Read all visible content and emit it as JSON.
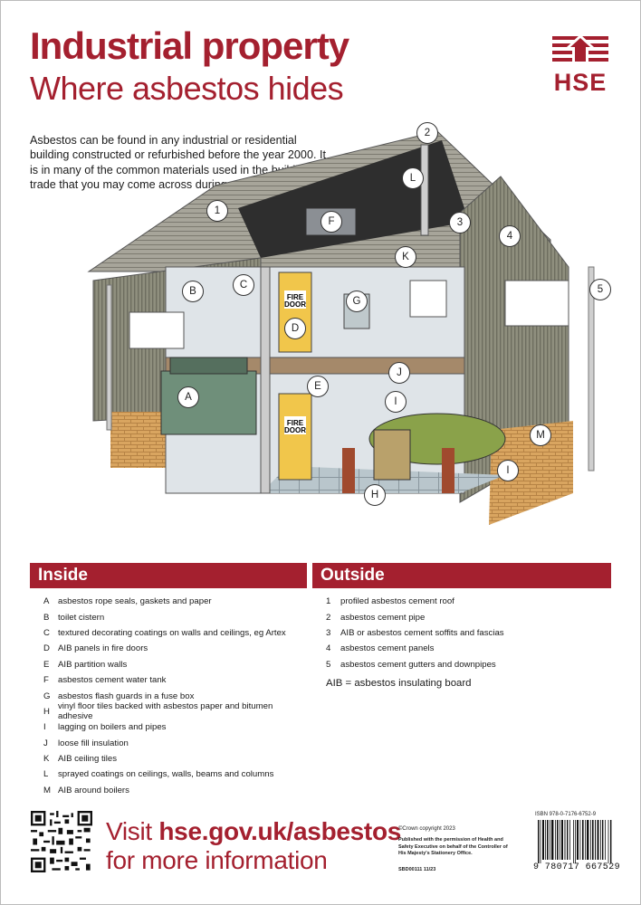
{
  "header": {
    "title": "Industrial property",
    "subtitle": "Where asbestos hides",
    "logo_text": "HSE"
  },
  "intro": "Asbestos can be found in any industrial or residential building constructed or refurbished before the year 2000. It is in many of the common materials used in the building trade that you may come across during your work.",
  "markers": [
    "1",
    "2",
    "3",
    "4",
    "5",
    "A",
    "B",
    "C",
    "D",
    "E",
    "F",
    "G",
    "H",
    "I",
    "I",
    "J",
    "K",
    "L",
    "M"
  ],
  "inside": {
    "heading": "Inside",
    "items": [
      {
        "key": "A",
        "text": "asbestos rope seals, gaskets and paper"
      },
      {
        "key": "B",
        "text": "toilet cistern"
      },
      {
        "key": "C",
        "text": "textured decorating coatings on walls and ceilings, eg Artex"
      },
      {
        "key": "D",
        "text": "AIB panels in fire doors"
      },
      {
        "key": "E",
        "text": "AIB partition walls"
      },
      {
        "key": "F",
        "text": "asbestos cement water tank"
      },
      {
        "key": "G",
        "text": "asbestos flash guards in a fuse box"
      },
      {
        "key": "H",
        "text": "vinyl floor tiles backed with asbestos paper and bitumen adhesive"
      },
      {
        "key": "I",
        "text": "lagging on boilers and pipes"
      },
      {
        "key": "J",
        "text": "loose fill insulation"
      },
      {
        "key": "K",
        "text": "AIB ceiling tiles"
      },
      {
        "key": "L",
        "text": "sprayed coatings on ceilings, walls, beams and columns"
      },
      {
        "key": "M",
        "text": "AIB around boilers"
      }
    ]
  },
  "outside": {
    "heading": "Outside",
    "items": [
      {
        "key": "1",
        "text": "profiled asbestos cement roof"
      },
      {
        "key": "2",
        "text": "asbestos cement pipe"
      },
      {
        "key": "3",
        "text": "AIB or asbestos cement soffits and fascias"
      },
      {
        "key": "4",
        "text": "asbestos cement panels"
      },
      {
        "key": "5",
        "text": "asbestos cement gutters and downpipes"
      }
    ],
    "note": "AIB = asbestos insulating board"
  },
  "illustration": {
    "fire_door_1": "FIRE",
    "fire_door_2": "DOOR",
    "fire_door_3": "FIRE",
    "fire_door_4": "DOOR"
  },
  "footer": {
    "visit_prefix": "Visit ",
    "visit_link": "hse.gov.uk/asbestos",
    "more": "for more information",
    "copyright": "©Crown copyright 2023",
    "published": "Published with the permission of Health and Safety Executive on behalf of the Controller of His Majesty's Stationery Office.",
    "code": "SBD00111  11/23",
    "isbn": "ISBN 978-0-7176-6752-9",
    "barcode": "9 780717 667529"
  },
  "colors": {
    "accent": "#a4202f"
  }
}
